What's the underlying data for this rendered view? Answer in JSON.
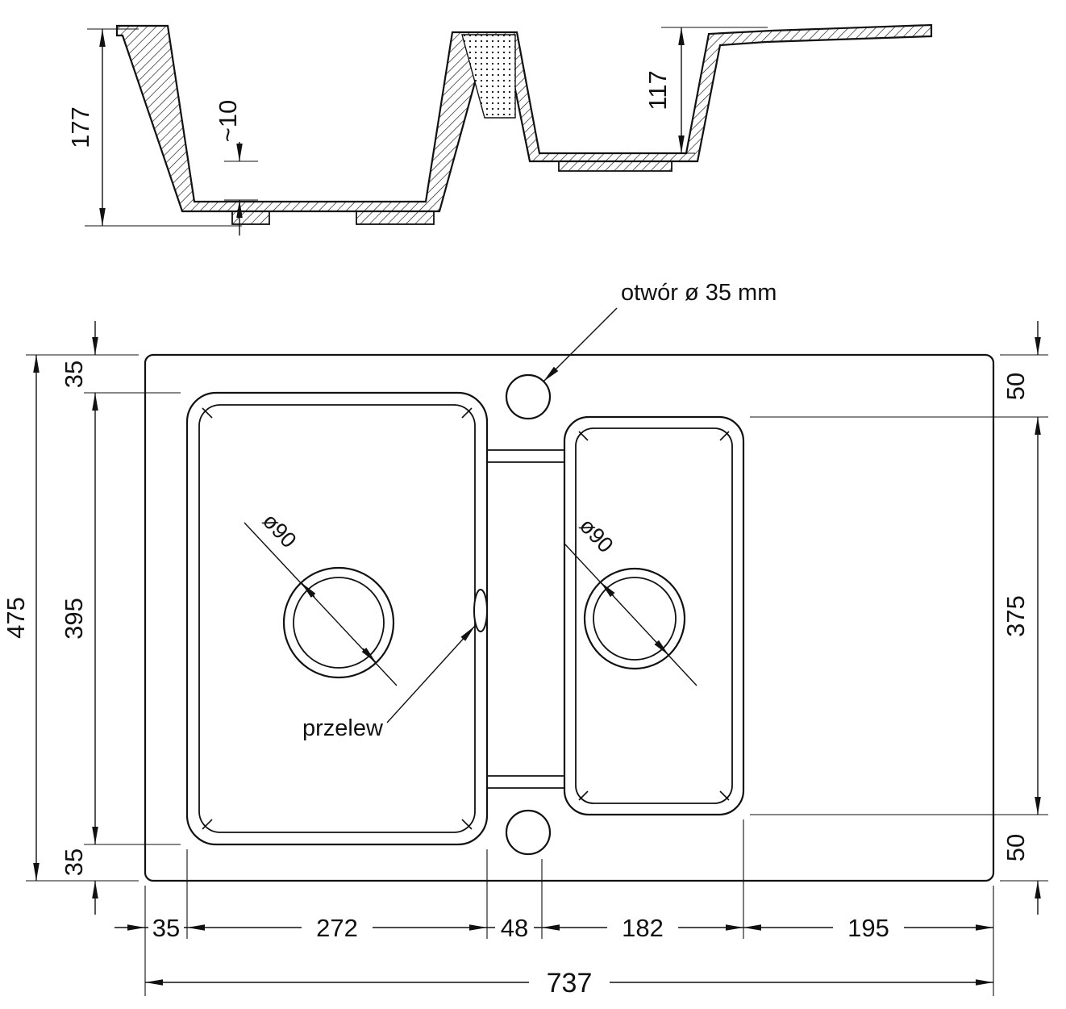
{
  "drawing": {
    "colors": {
      "line": "#111111",
      "background": "#ffffff"
    },
    "annotations": {
      "faucet_hole_note": "otwór ø 35 mm",
      "overflow_note": "przelew",
      "drain_left_diameter": "ø90",
      "drain_right_diameter": "ø90"
    },
    "section_dims": {
      "depth_main": "177",
      "bottom_thickness": "~10",
      "depth_secondary": "117"
    },
    "plan_dims": {
      "total_height": "475",
      "basin_height": "395",
      "top_margin": "35",
      "bottom_margin": "35",
      "right_top_margin": "50",
      "right_basin_height": "375",
      "right_bottom_margin": "50",
      "left_margin": "35",
      "main_basin_width": "272",
      "center_gap": "48",
      "second_basin_width": "182",
      "drainer_width": "195",
      "total_width": "737"
    }
  }
}
